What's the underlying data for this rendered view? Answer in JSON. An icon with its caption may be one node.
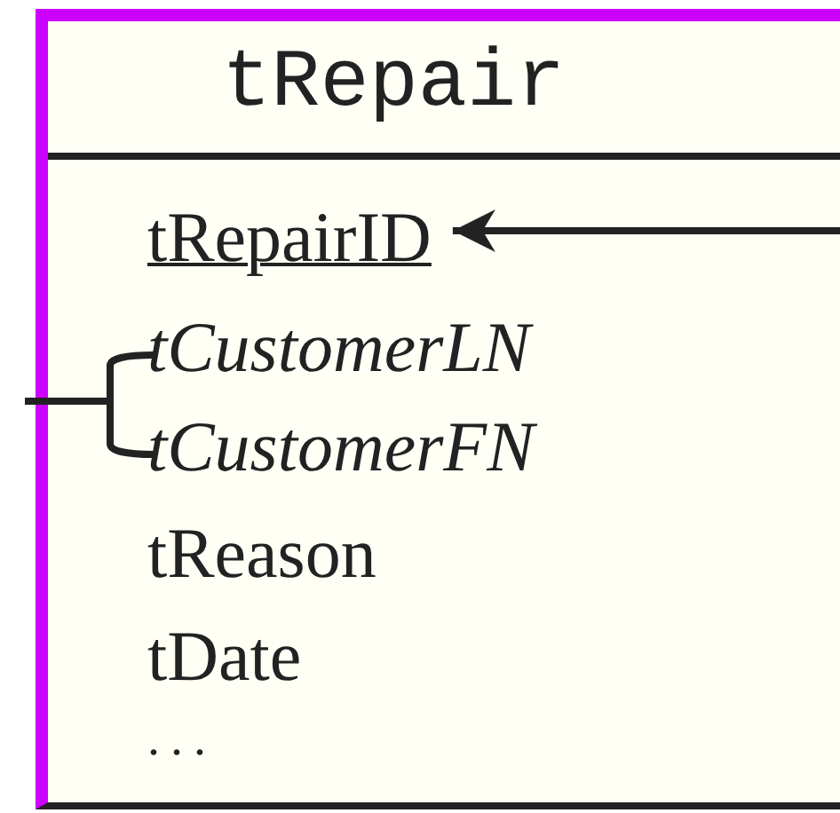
{
  "diagram": {
    "nodes": [
      {
        "text": [
          "tRepair"
        ]
      },
      {
        "text": [
          "tRepairID"
        ],
        "in": 0
      },
      {
        "text": [
          "tCustomerLN"
        ],
        "in": 0
      },
      {
        "text": [
          "tCustomerFN"
        ],
        "in": 0
      },
      {
        "text": [
          "tReason"
        ],
        "in": 0
      },
      {
        "text": [
          "tDate"
        ],
        "in": 0
      },
      {
        "text": [
          "..."
        ],
        "in": 0
      }
    ],
    "edges": [
      {
        "from": null,
        "to": 1,
        "arrow": "to"
      },
      {
        "from": null,
        "to": 2,
        "arrow": "none"
      },
      {
        "from": null,
        "to": 3,
        "arrow": "none"
      }
    ]
  }
}
